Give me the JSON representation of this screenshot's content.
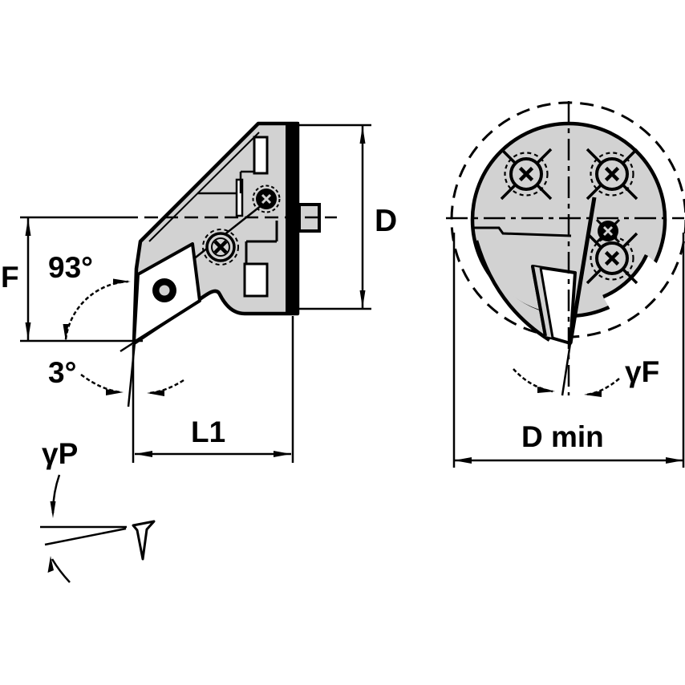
{
  "drawing": {
    "type": "technical-drawing",
    "description": "Lathe boring-head tool holder with indexable insert, side view and end view",
    "labels": {
      "f_offset": "F",
      "lead_angle": "93°",
      "end_cut_angle": "3°",
      "head_length": "L1",
      "axial_rake": "γP",
      "head_diameter": "D",
      "radial_rake": "γF",
      "min_bore_diameter": "D min"
    },
    "angles": {
      "lead_angle_value": "93°",
      "end_cutting_edge_angle_value": "3°"
    },
    "colors": {
      "line": "#000000",
      "body_fill": "#d2d2d2",
      "background": "#ffffff"
    }
  }
}
